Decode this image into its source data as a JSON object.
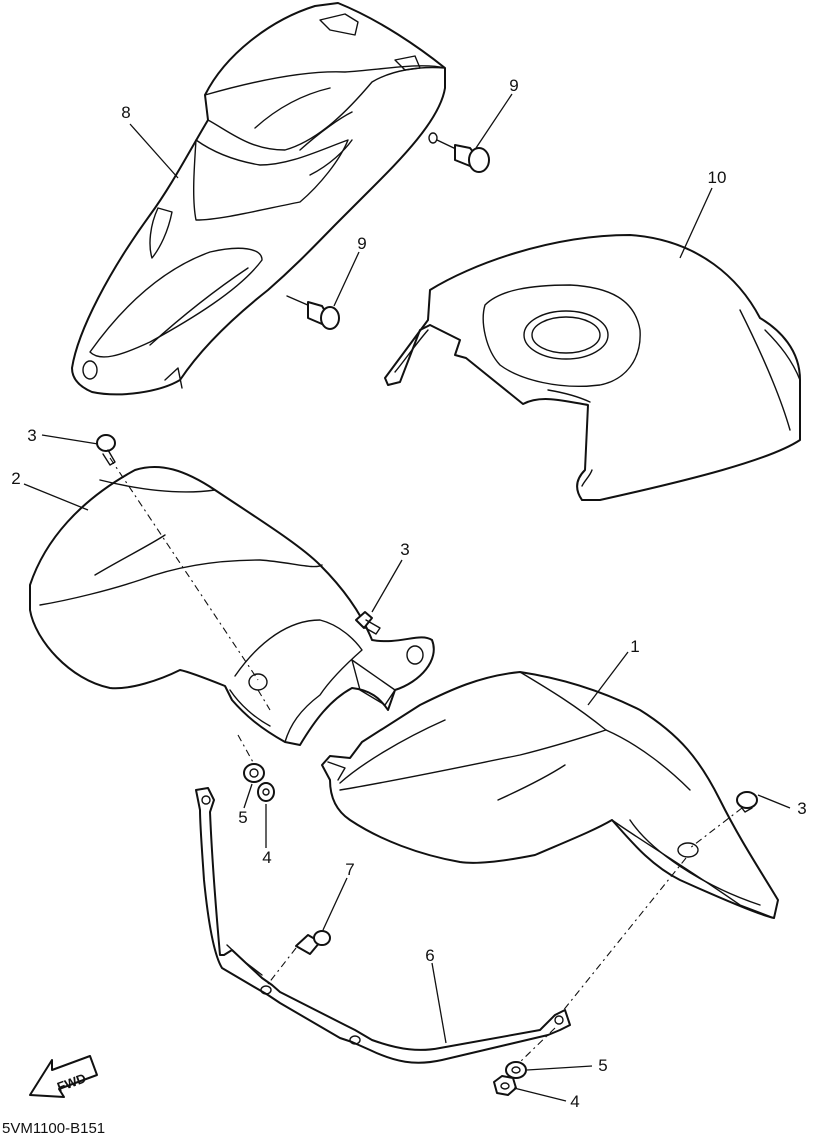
{
  "diagram": {
    "reference_code": "5VM1100-B151",
    "fwd_label": "FWD",
    "callouts": {
      "c1": "1",
      "c2": "2",
      "c3a": "3",
      "c3b": "3",
      "c3c": "3",
      "c4a": "4",
      "c4b": "4",
      "c5a": "5",
      "c5b": "5",
      "c6": "6",
      "c7": "7",
      "c8": "8",
      "c9a": "9",
      "c9b": "9",
      "c10": "10"
    }
  }
}
